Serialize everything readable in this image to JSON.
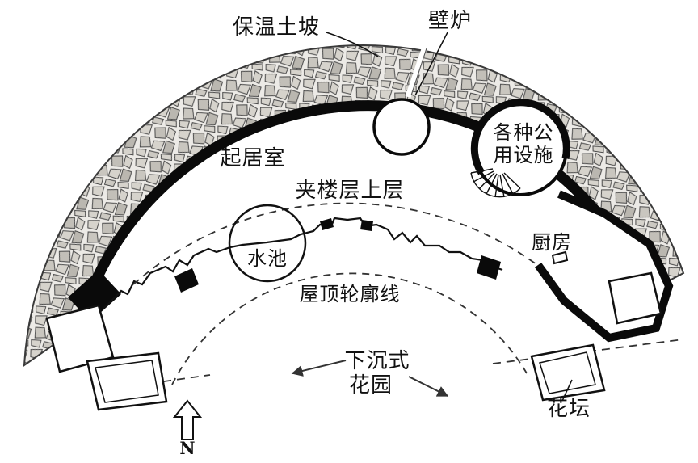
{
  "diagram": {
    "labels": {
      "berm": "保温土坡",
      "fireplace": "壁炉",
      "living_room": "起居室",
      "mezzanine_upper": "夹楼层上层",
      "utilities_line1": "各种公",
      "utilities_line2": "用设施",
      "pool": "水池",
      "kitchen": "厨房",
      "roof_outline": "屋顶轮廓线",
      "sunken_garden_line1": "下沉式",
      "sunken_garden_line2": "花园",
      "flower_bed": "花坛",
      "north": "N"
    },
    "colors": {
      "background": "#ffffff",
      "line": "#111111",
      "wall": "#0a0a0a",
      "hatch_fill": "#eceae6",
      "hatch_stroke": "#4a4a4a",
      "dash": "#333333"
    }
  }
}
